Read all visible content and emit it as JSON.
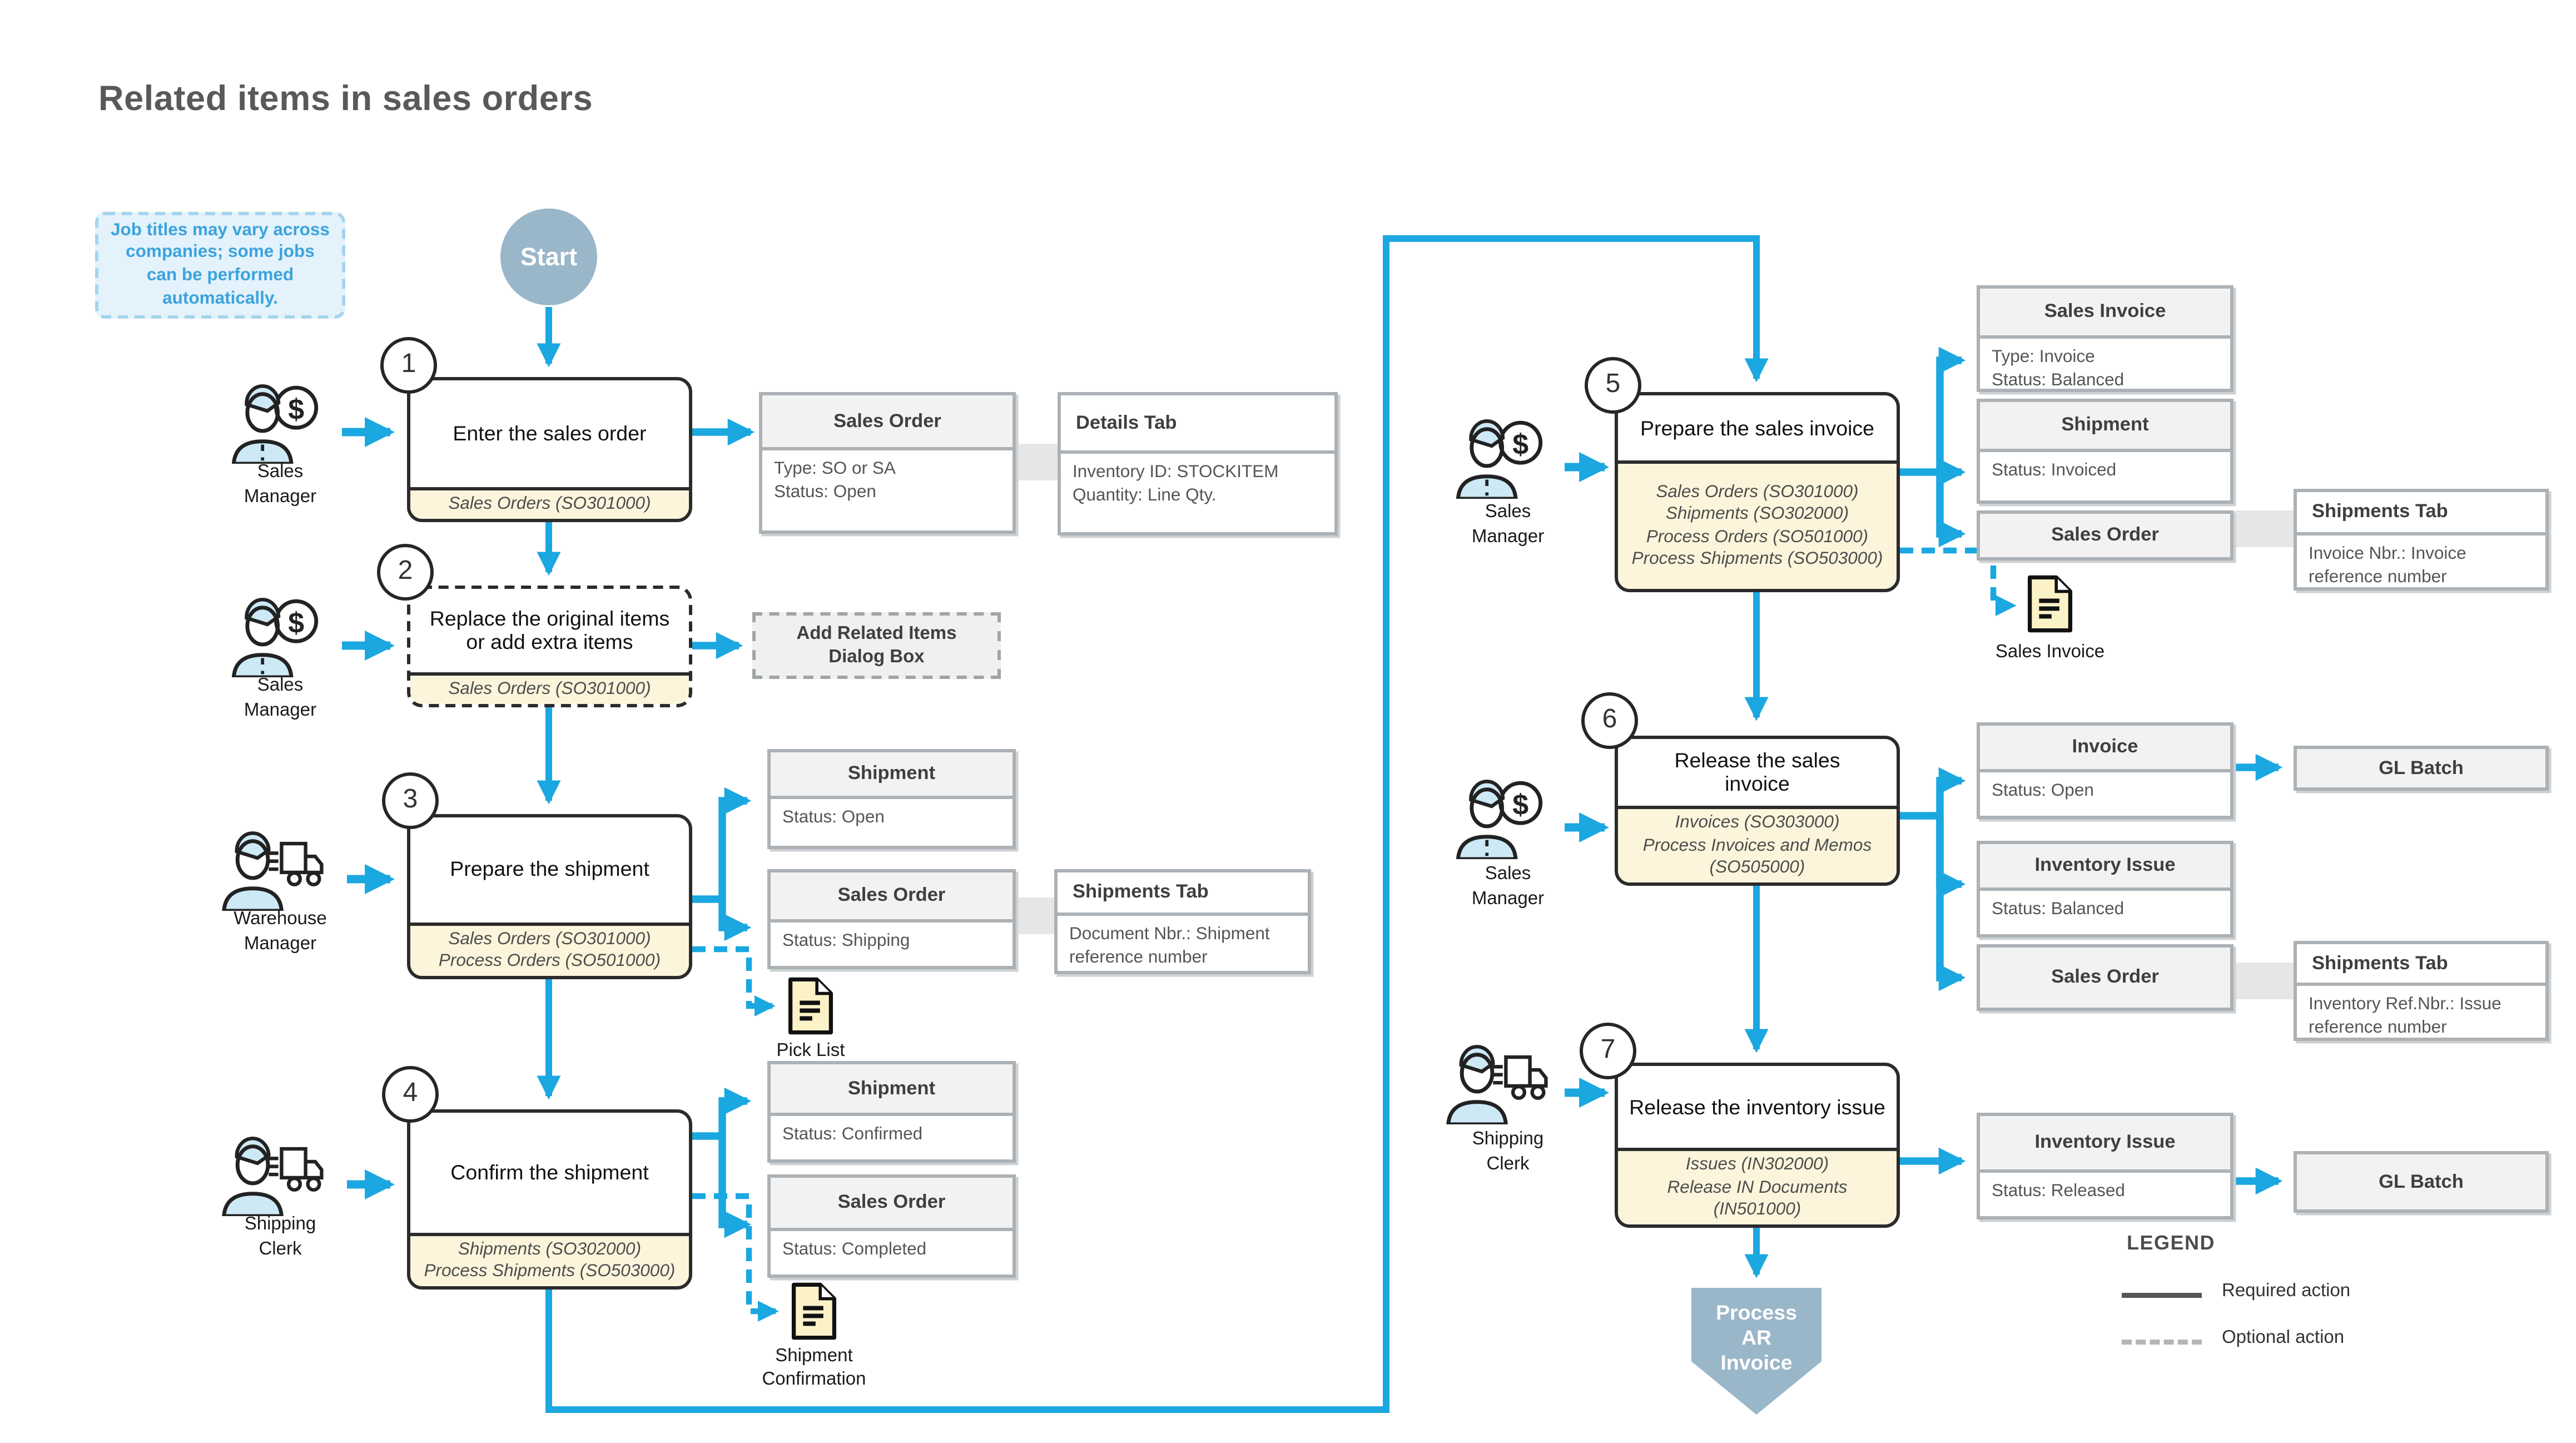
{
  "title": "Related items in sales orders",
  "note": "Job titles may vary across companies; some jobs can be performed automatically.",
  "start": "Start",
  "end_marker": "Process\nAR\nInvoice",
  "legend": {
    "title": "LEGEND",
    "required": "Required action",
    "optional": "Optional action"
  },
  "icons": {
    "dollar": "$"
  },
  "colors": {
    "accent_blue": "#1BA7E0",
    "node_fill": "#9AB6C9",
    "screen_footer": "#FCF5DC",
    "note_bg": "#E3F2FB",
    "note_text": "#3BA3DC",
    "card_header_bg": "#F2F2F2",
    "connector_band": "#E6E6E6",
    "doc_fill": "#FCF2C8"
  },
  "steps": [
    {
      "num": "1",
      "title": "Enter the sales order",
      "screens": "Sales Orders  (SO301000)"
    },
    {
      "num": "2",
      "title": "Replace the original items\nor add extra items",
      "screens": "Sales Orders  (SO301000)"
    },
    {
      "num": "3",
      "title": "Prepare the shipment",
      "screens": "Sales Orders (SO301000)\nProcess Orders (SO501000)"
    },
    {
      "num": "4",
      "title": "Confirm the shipment",
      "screens": "Shipments (SO302000)\nProcess Shipments (SO503000)"
    },
    {
      "num": "5",
      "title": "Prepare the sales invoice",
      "screens": "Sales Orders (SO301000)\nShipments (SO302000)\nProcess Orders (SO501000)\nProcess Shipments (SO503000)"
    },
    {
      "num": "6",
      "title": "Release the sales\ninvoice",
      "screens": "Invoices (SO303000)\nProcess Invoices and Memos (SO505000)"
    },
    {
      "num": "7",
      "title": "Release the inventory issue",
      "screens": "Issues (IN302000)\nRelease IN Documents (IN501000)"
    }
  ],
  "actors": [
    {
      "label": "Sales\nManager"
    },
    {
      "label": "Sales\nManager"
    },
    {
      "label": "Warehouse\nManager"
    },
    {
      "label": "Shipping\nClerk"
    },
    {
      "label": "Sales\nManager"
    },
    {
      "label": "Sales\nManager"
    },
    {
      "label": "Shipping\nClerk"
    }
  ],
  "cards": [
    {
      "title": "Sales Order",
      "body": "Type: SO or SA\nStatus: Open"
    },
    {
      "title": "Details Tab",
      "body": "Inventory ID: STOCKITEM\nQuantity: Line Qty."
    },
    {
      "title": "Add Related Items\nDialog Box"
    },
    {
      "title": "Shipment",
      "body": "Status: Open"
    },
    {
      "title": "Sales Order",
      "body": "Status: Shipping"
    },
    {
      "title": "Shipments Tab",
      "body": "Document Nbr.: Shipment reference number"
    },
    {
      "title": "Shipment",
      "body": "Status: Confirmed"
    },
    {
      "title": "Sales Order",
      "body": "Status: Completed"
    },
    {
      "title": "Sales Invoice",
      "body": "Type: Invoice\nStatus: Balanced"
    },
    {
      "title": "Shipment",
      "body": "Status: Invoiced"
    },
    {
      "title": "Sales Order"
    },
    {
      "title": "Shipments Tab",
      "body": "Invoice Nbr.: Invoice reference number"
    },
    {
      "title": "Invoice",
      "body": "Status: Open"
    },
    {
      "title": "GL Batch"
    },
    {
      "title": "Inventory Issue",
      "body": "Status: Balanced"
    },
    {
      "title": "Sales Order"
    },
    {
      "title": "Shipments Tab",
      "body": "Inventory Ref.Nbr.: Issue reference number"
    },
    {
      "title": "Inventory Issue",
      "body": "Status: Released"
    },
    {
      "title": "GL Batch"
    }
  ],
  "docs": [
    {
      "label": "Pick List"
    },
    {
      "label": "Shipment\nConfirmation"
    },
    {
      "label": "Sales Invoice"
    }
  ]
}
